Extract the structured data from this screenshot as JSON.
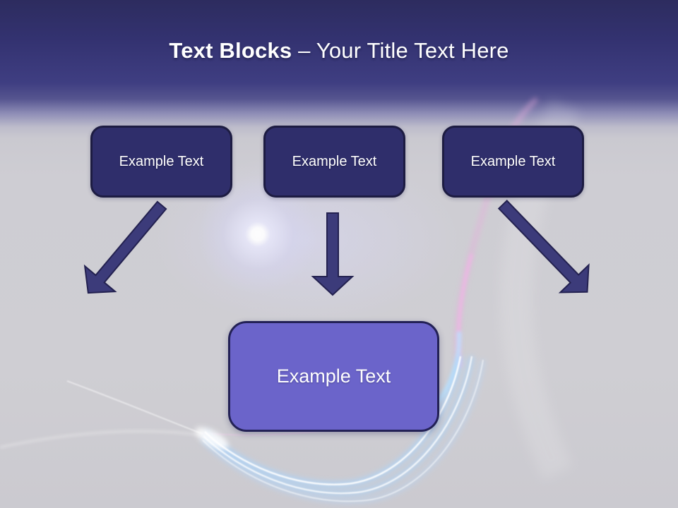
{
  "slide": {
    "title": {
      "bold": "Text Blocks",
      "rest": " – Your Title Text Here"
    },
    "top_boxes": [
      {
        "label": "Example Text"
      },
      {
        "label": "Example Text"
      },
      {
        "label": "Example Text"
      }
    ],
    "center_box": {
      "label": "Example Text"
    },
    "colors": {
      "header_top": "#2d2c5f",
      "header_mid": "#3f3e82",
      "body_background": "#cfced3",
      "top_box_fill": "#2f2e6b",
      "top_box_border": "#1d1c42",
      "center_box_fill": "#6b64ca",
      "center_box_border": "#232156",
      "arrow_fill": "#3c3b7a",
      "arrow_outline": "#232150",
      "text_color": "#ffffff",
      "glow_pink": "#f2a9e3",
      "glow_cyan": "#aadcff"
    }
  }
}
